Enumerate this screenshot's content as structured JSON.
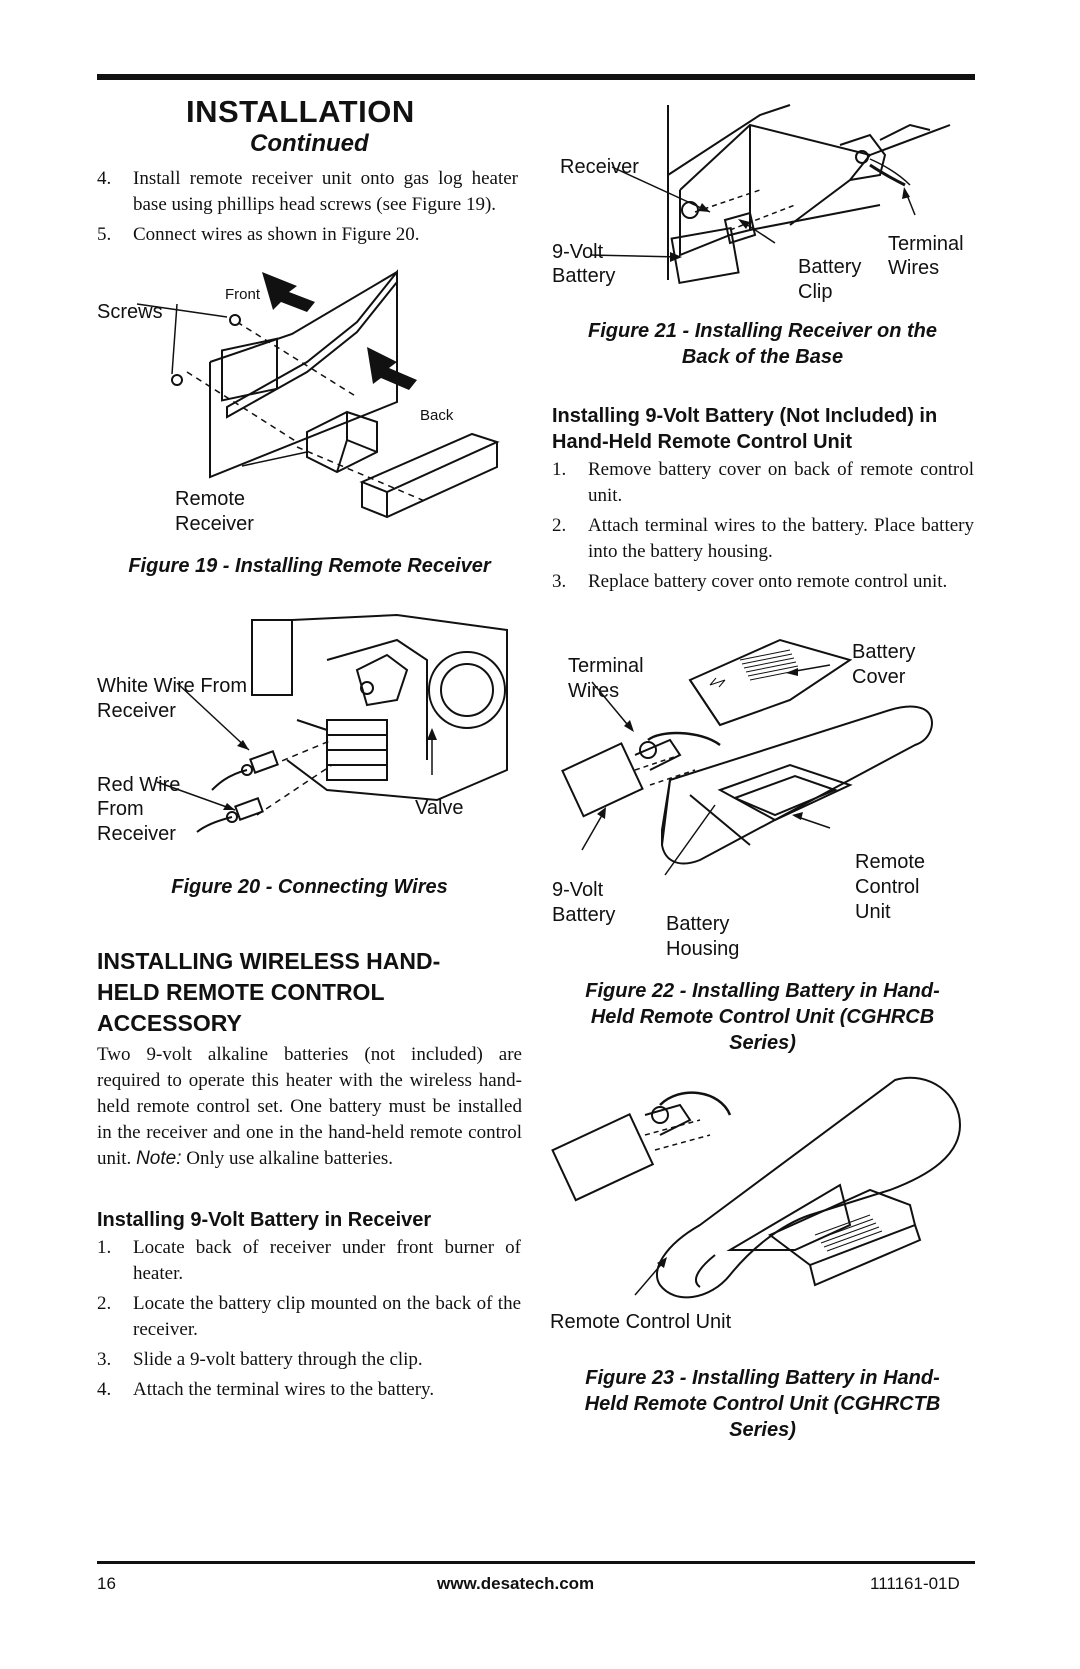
{
  "header": {
    "title": "INSTALLATION",
    "subtitle": "Continued"
  },
  "left_steps": [
    {
      "num": "4.",
      "text": "Install remote receiver unit onto gas log heater base using phillips head screws (see Figure 19)."
    },
    {
      "num": "5.",
      "text": "Connect wires as shown in Figure 20."
    }
  ],
  "fig19": {
    "labels": {
      "screws": "Screws",
      "front": "Front",
      "back": "Back",
      "remote": "Remote",
      "receiver": "Receiver"
    },
    "caption": "Figure 19 - Installing Remote Receiver"
  },
  "fig20": {
    "labels": {
      "white1": "White Wire From",
      "white2": "Receiver",
      "red1": "Red Wire",
      "red2": "From",
      "red3": "Receiver",
      "valve": "Valve"
    },
    "caption": "Figure 20 - Connecting Wires"
  },
  "section": {
    "heading_lines": [
      "INSTALLING WIRELESS HAND-",
      "HELD REMOTE CONTROL",
      "ACCESSORY"
    ],
    "intro": "Two 9-volt alkaline batteries (not included) are required to operate this heater with the wireless hand-held remote control set. One battery must be installed in the receiver and one in the hand-held remote control unit.",
    "note_label": "Note:",
    "note_text": "Only use alkaline batteries."
  },
  "receiver_battery": {
    "heading": "Installing 9-Volt Battery in Receiver",
    "steps": [
      {
        "num": "1.",
        "text": "Locate back of receiver under front burner of heater."
      },
      {
        "num": "2.",
        "text": "Locate the battery clip mounted on the back of the receiver."
      },
      {
        "num": "3.",
        "text": "Slide a 9-volt battery through the clip."
      },
      {
        "num": "4.",
        "text": "Attach the terminal wires to the battery."
      }
    ]
  },
  "fig21": {
    "labels": {
      "receiver": "Receiver",
      "volt1": "9-Volt",
      "volt2": "Battery",
      "clip1": "Battery",
      "clip2": "Clip",
      "term1": "Terminal",
      "term2": "Wires"
    },
    "caption_lines": [
      "Figure 21 - Installing Receiver on the",
      "Back of the Base"
    ]
  },
  "handheld_battery": {
    "heading_lines": [
      "Installing 9-Volt Battery (Not Included) in",
      "Hand-Held Remote Control Unit"
    ],
    "steps": [
      {
        "num": "1.",
        "text": "Remove battery cover on back of remote control unit."
      },
      {
        "num": "2.",
        "text": "Attach terminal wires to the battery. Place battery into the battery housing."
      },
      {
        "num": "3.",
        "text": "Replace battery cover onto remote control unit."
      }
    ]
  },
  "fig22": {
    "labels": {
      "term1": "Terminal",
      "term2": "Wires",
      "cover1": "Battery",
      "cover2": "Cover",
      "volt1": "9-Volt",
      "volt2": "Battery",
      "housing1": "Battery",
      "housing2": "Housing",
      "rc1": "Remote",
      "rc2": "Control",
      "rc3": "Unit"
    },
    "caption_lines": [
      "Figure 22 - Installing Battery in Hand-",
      "Held Remote Control Unit (CGHRCB",
      "Series)"
    ]
  },
  "fig23": {
    "labels": {
      "rcu": "Remote Control Unit"
    },
    "caption_lines": [
      "Figure 23 - Installing Battery in Hand-",
      "Held Remote Control Unit (CGHRCTB",
      "Series)"
    ]
  },
  "footer": {
    "page": "16",
    "url": "www.desatech.com",
    "code": "111161-01D"
  }
}
